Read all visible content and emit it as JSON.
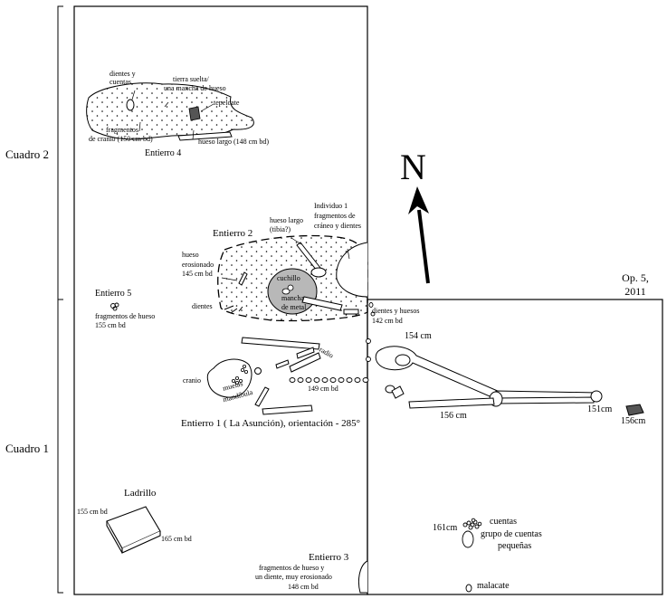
{
  "grid": {
    "cuadro2": "Cuadro 2",
    "cuadro1": "Cuadro 1",
    "op_label": "Op. 5,",
    "op_year": "2011",
    "north": "N"
  },
  "entierro4": {
    "title": "Entierro 4",
    "dientes": [
      "dientes y",
      "cuentas"
    ],
    "tierra": [
      "tierra suelta/",
      "una mancha de hueso"
    ],
    "tepelcate": "tepelcate",
    "fragmentos": [
      "fragmentos",
      "de cranio (150 cm bd)"
    ],
    "hueso_largo": "hueso largo (148 cm bd)"
  },
  "entierro2": {
    "title": "Entierro 2",
    "hueso_largo": [
      "hueso largo",
      "(tibia?)"
    ],
    "individuo": [
      "Individuo 1",
      "fragmentos de",
      "cráneo y dientes"
    ],
    "erosionado": [
      "hueso",
      "erosionado",
      "145 cm bd"
    ],
    "cuchillo": "cuchillo",
    "mancha": [
      "mancha",
      "de metal"
    ],
    "dientes": "dientes"
  },
  "entierro5": {
    "title": "Entierro 5",
    "fragmentos": [
      "fragmentos de hueso",
      "155 cm bd"
    ]
  },
  "entierro1": {
    "title": "Entierro 1 ( La Asunción), orientación - 285°",
    "dientes_huesos": [
      "dientes y huesos",
      "142 cm bd"
    ],
    "radio": "radio",
    "cranio": "cranio",
    "muelas": "muelas",
    "mandibula": "mandíbula",
    "depth_149": "149 cm bd"
  },
  "op5": {
    "d154": "154 cm",
    "d156": "156 cm",
    "d151": "151cm",
    "d156b": "156cm",
    "d161": "161cm",
    "cuentas": "cuentas",
    "grupo": [
      "grupo de cuentas",
      "pequeñas"
    ],
    "malacate": "malacate"
  },
  "ladrillo": {
    "title": "Ladrillo",
    "d155": "155 cm bd",
    "d165": "165 cm bd"
  },
  "entierro3": {
    "title": "Entierro 3",
    "fragmentos": [
      "fragmentos de hueso y",
      "un diente, muy erosionado",
      "148 cm bd"
    ]
  }
}
